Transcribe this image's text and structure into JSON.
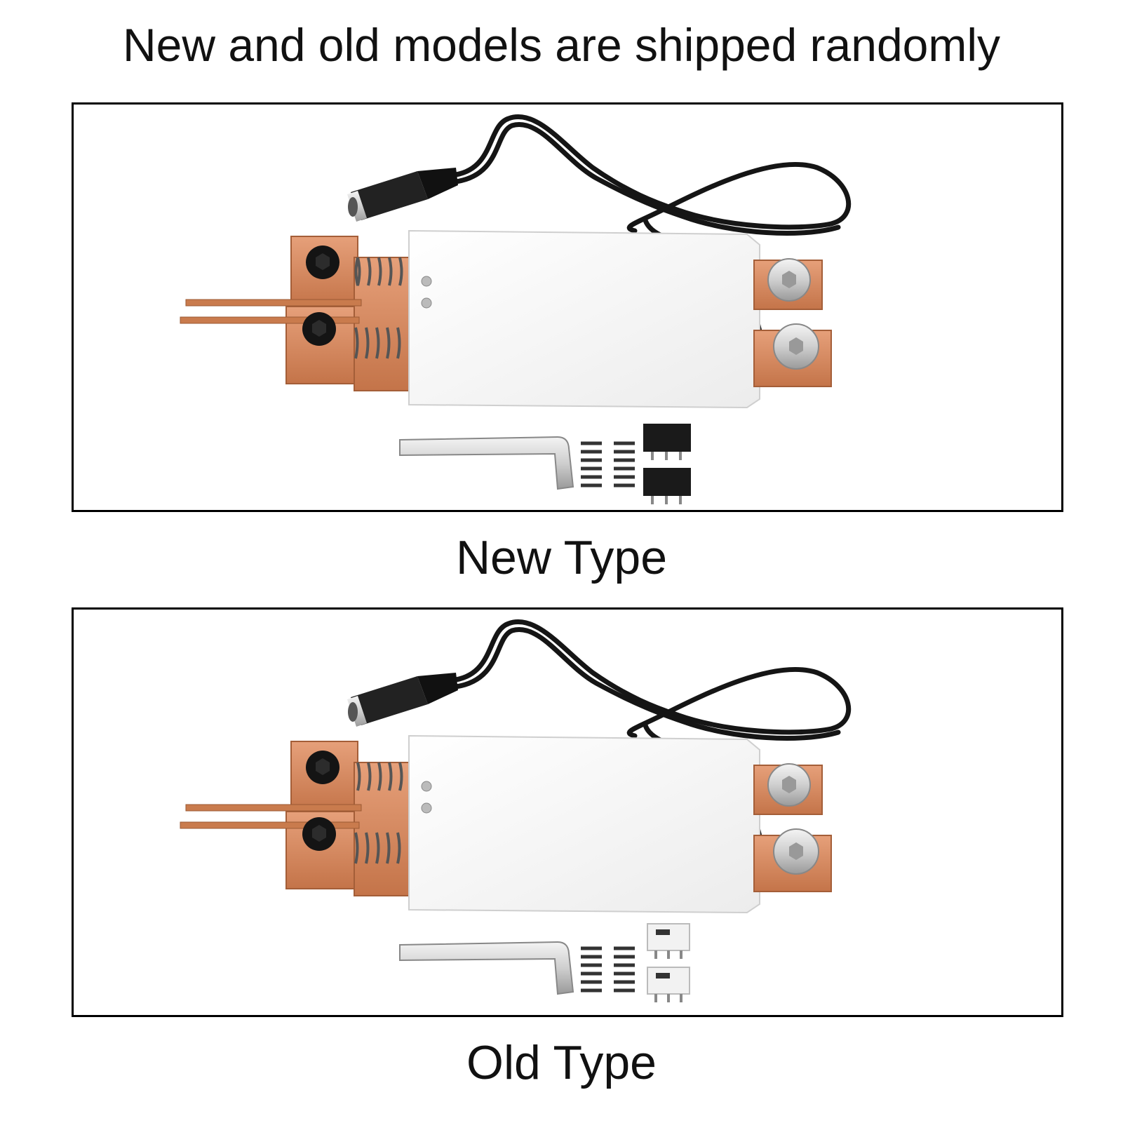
{
  "headline": "New and old models are shipped randomly",
  "products": [
    {
      "caption": "New Type",
      "micro_switch_style": "black",
      "colors": {
        "copper": "#d98c5f",
        "body": "#ffffff",
        "cable": "#151515",
        "switch": "#1a1a1a"
      }
    },
    {
      "caption": "Old Type",
      "micro_switch_style": "white",
      "colors": {
        "copper": "#d98c5f",
        "body": "#ffffff",
        "cable": "#151515",
        "switch": "#f2f2f2"
      }
    }
  ],
  "icons": [
    "spot-welding-pen-icon",
    "hex-key-icon",
    "spring-icon",
    "micro-switch-icon",
    "dc-plug-icon"
  ]
}
